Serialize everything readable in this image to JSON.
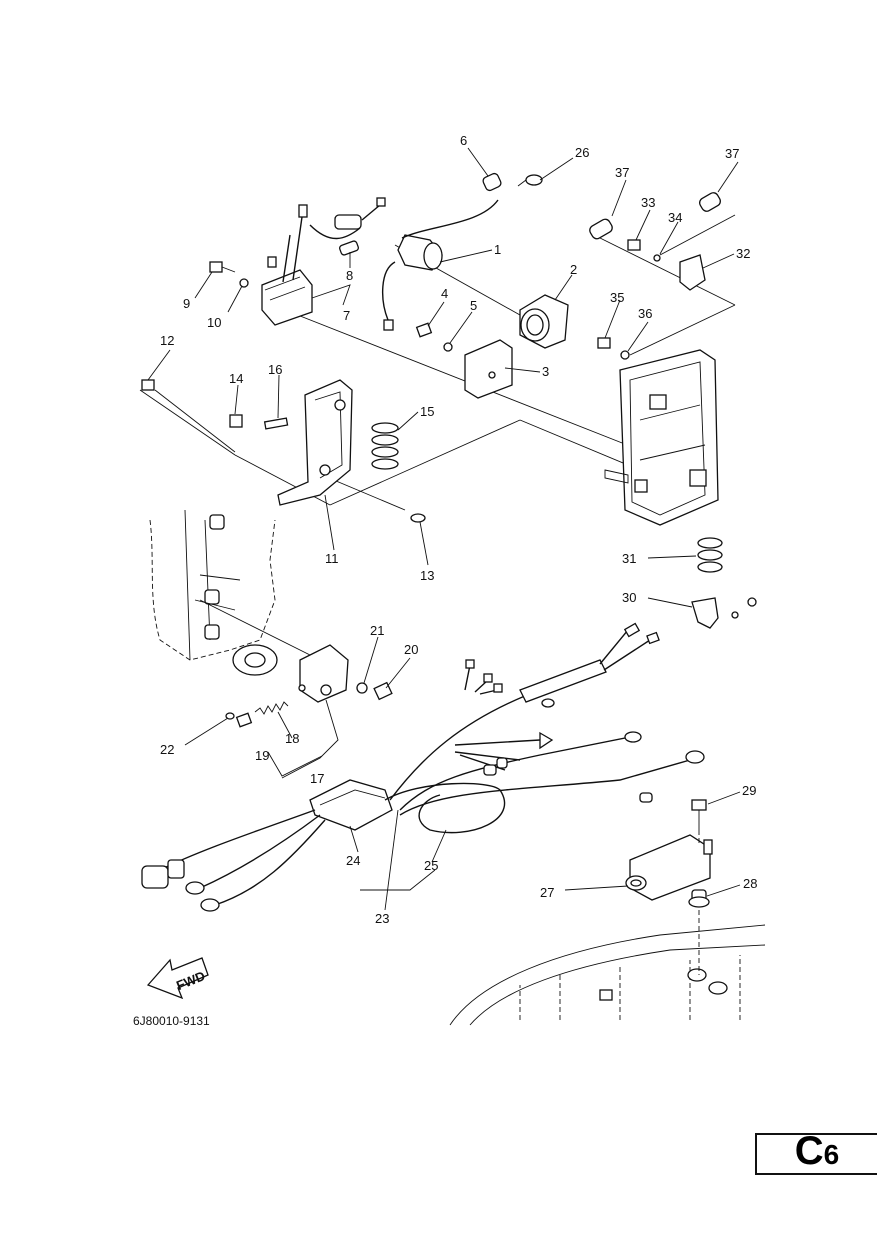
{
  "diagram": {
    "callouts": [
      "1",
      "2",
      "3",
      "4",
      "5",
      "6",
      "7",
      "8",
      "9",
      "10",
      "11",
      "12",
      "13",
      "14",
      "15",
      "16",
      "17",
      "18",
      "19",
      "20",
      "21",
      "22",
      "23",
      "24",
      "25",
      "26",
      "27",
      "28",
      "29",
      "30",
      "31",
      "32",
      "33",
      "34",
      "35",
      "36",
      "37"
    ],
    "fwd_label": "FWD",
    "drawing_code": "6J80010-9131"
  },
  "page_tag": {
    "letter": "C",
    "number": "6"
  }
}
